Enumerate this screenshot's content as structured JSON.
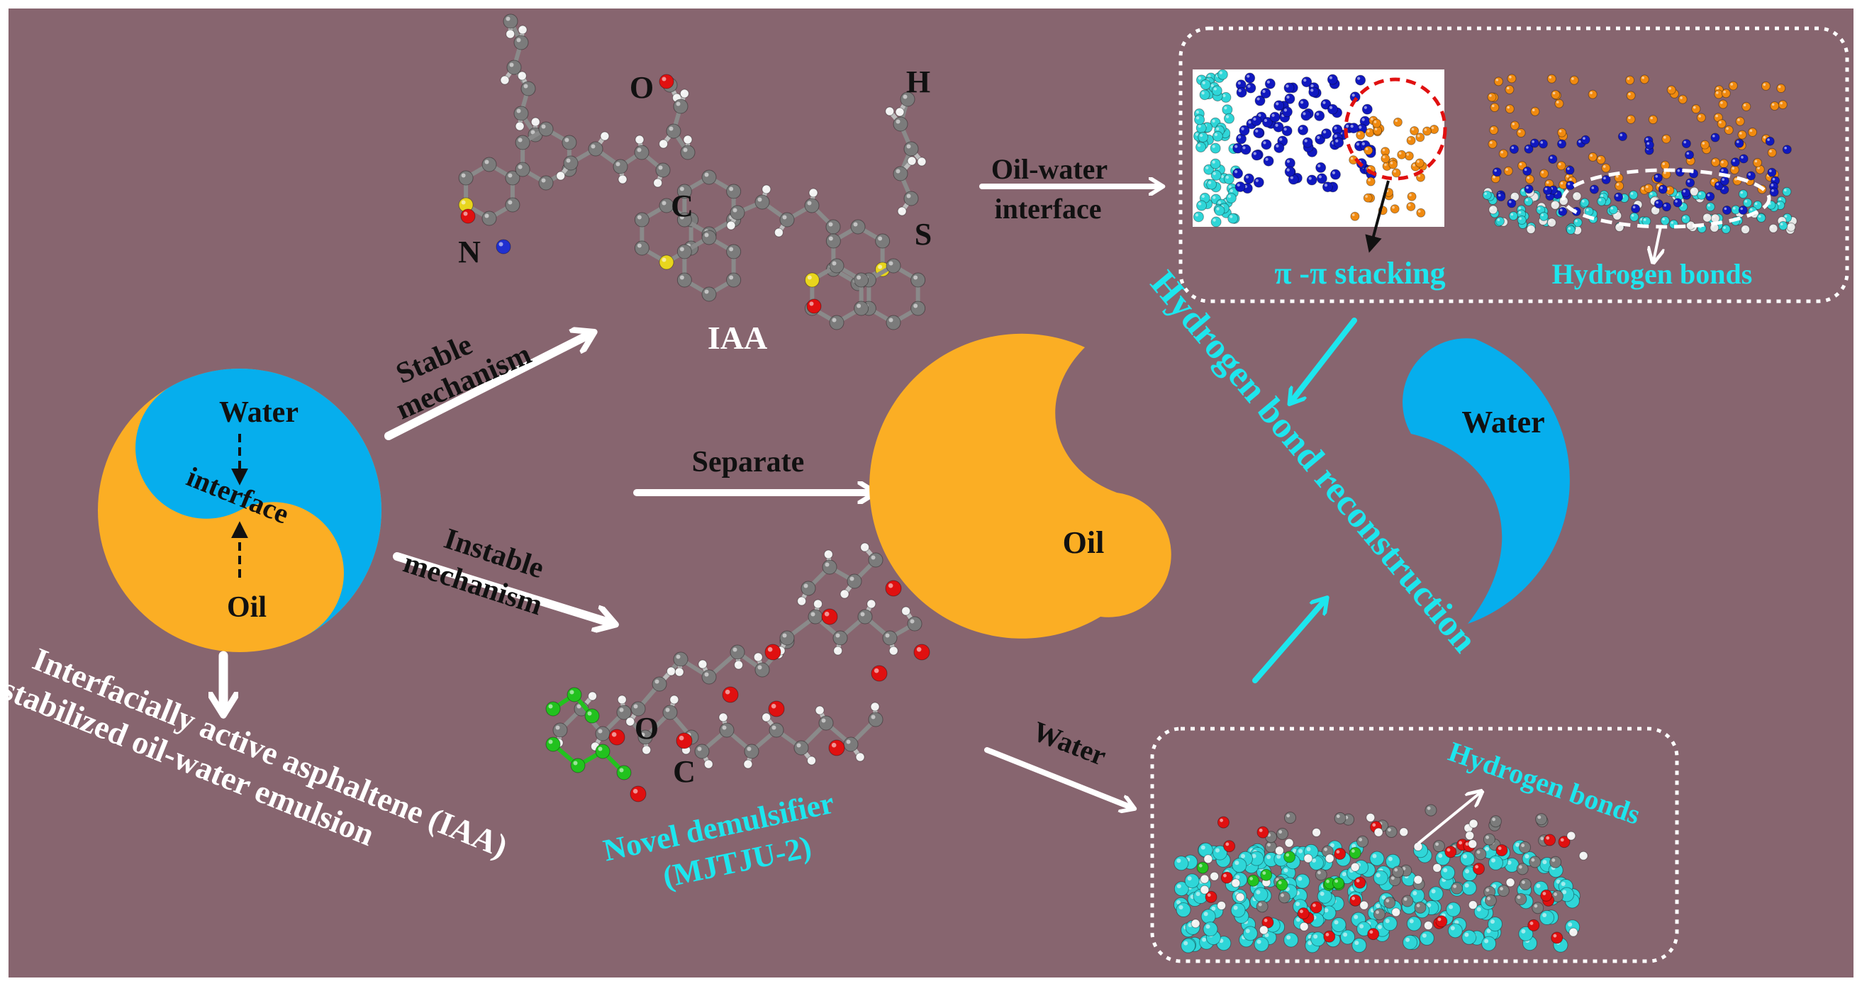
{
  "colors": {
    "background": "#87656f",
    "oil": "#fbae24",
    "water": "#06aeed",
    "cyan_text": "#1de6ee",
    "white": "#ffffff",
    "black": "#111111",
    "atom_gray": "#7b7b7b",
    "atom_red": "#e01010",
    "atom_yellow": "#e8d51d",
    "atom_blue": "#2030d0",
    "atom_green": "#22c21e",
    "atom_cyan": "#2fd6d8",
    "atom_orange": "#f08a10",
    "atom_navy": "#1018c0"
  },
  "yinyang": {
    "water_label": "Water",
    "interface_label": "interface",
    "oil_label": "Oil"
  },
  "emulsion_caption": {
    "line1": "Interfacially active asphaltene (IAA)",
    "line2": "stabilized oil-water emulsion"
  },
  "arrows": {
    "stable_line1": "Stable",
    "stable_line2": "mechanism",
    "separate": "Separate",
    "instable_line1": "Instable",
    "instable_line2": "mechanism",
    "oil_water_line1": "Oil-water",
    "oil_water_line2": "interface",
    "water": "Water"
  },
  "iaa_molecule": {
    "name": "IAA",
    "atom_o": "O",
    "atom_h": "H",
    "atom_c": "C",
    "atom_n": "N",
    "atom_s": "S"
  },
  "demulsifier": {
    "atom_o": "O",
    "atom_c": "C",
    "name_line1": "Novel demulsifier",
    "name_line2": "(MJTJU-2)"
  },
  "separated": {
    "oil_label": "Oil",
    "water_label": "Water",
    "reconstruction_label": "Hydrogen bond reconstruction"
  },
  "top_panel": {
    "pi_stacking": "π -π stacking",
    "hydrogen_bonds": "Hydrogen bonds"
  },
  "bottom_panel": {
    "hydrogen_bonds": "Hydrogen bonds"
  }
}
